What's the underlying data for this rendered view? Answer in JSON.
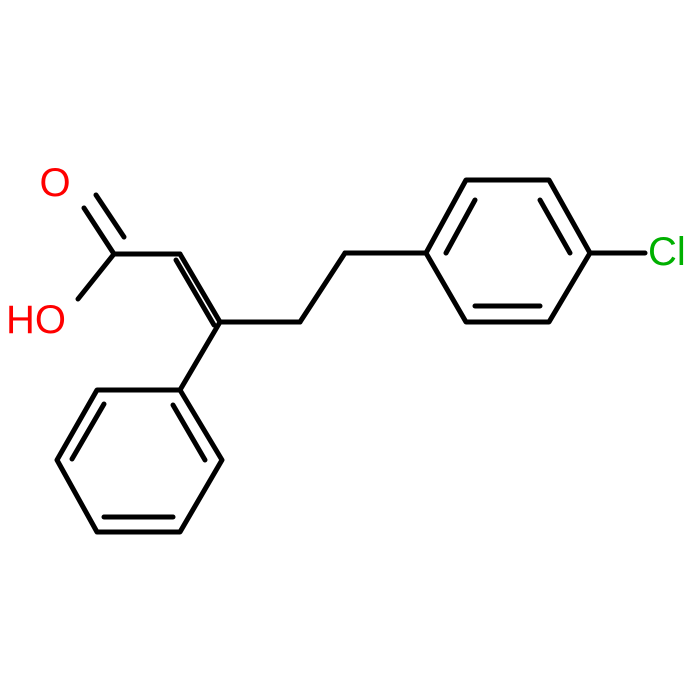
{
  "atoms": {
    "carbonyl_oxygen": {
      "symbol": "O",
      "color": "#ff0000"
    },
    "hydroxyl": {
      "symbol": "HO",
      "color": "#ff0000"
    },
    "chlorine": {
      "symbol": "Cl",
      "color": "#00b000"
    }
  },
  "bond_color": "#000000"
}
